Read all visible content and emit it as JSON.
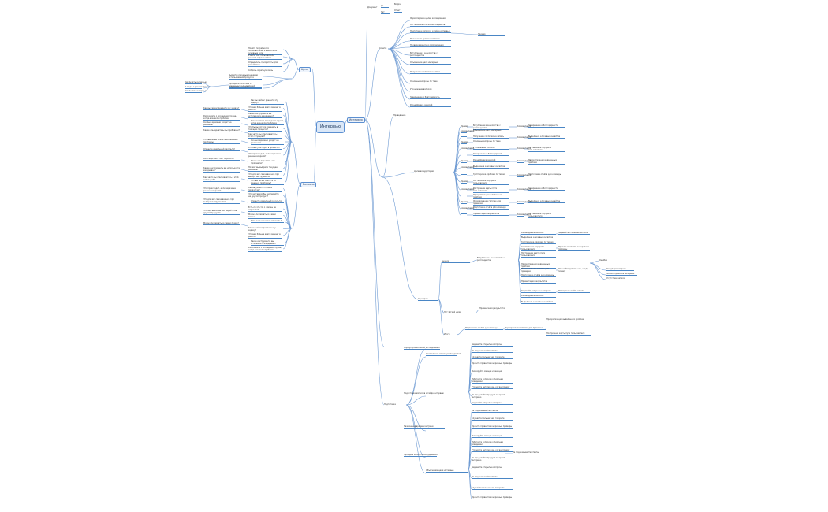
{
  "mindmap": {
    "root": "Интервью",
    "branches": {
      "left_top": "Цели",
      "left_bottom": "Вопросы",
      "right_main": "Интервью"
    },
    "left_texts": [
      "Понять потребности пользователей и выявить их основные боли",
      "Узнать, как пользователи решают задачи сейчас",
      "Определить приоритеты для разработки",
      "Собрать обратную связь",
      "Выявить ключевые сценарии использования продукта",
      "Проверить гипотезы о поведении пользователей",
      "Результаты интервью",
      "Выводы и рекомендации",
      "Как вы сейчас решаете эту задачу?",
      "Что вам больше всего мешает в работе?",
      "Какие инструменты вы используете ежедневно?",
      "Расскажите о последнем случае, когда возникла проблема",
      "Что бы вы хотели изменить в текущем процессе?",
      "Как часто вы сталкиваетесь с этой ситуацией?",
      "Сколько времени уходит на решение?",
      "Кто ещё участвует в процессе?",
      "Что происходит, если задача не решена вовремя?",
      "Какие альтернативы вы пробовали?",
      "Почему вы выбрали текущее решение?",
      "Что для вас самое важное при выборе инструмента?",
      "Готовы ли вы платить за решение проблемы?",
      "Как вы узнаёте о новых продуктах?",
      "Что заставило бы вас перейти на другой продукт?",
      "Опишите идеальный результат",
      "Есть ли что-то, о чём мы не спросили?",
      "Можно ли связаться с вами позже?",
      "Кого ещё нам стоит опросить?"
    ],
    "right_texts": [
      "Подготовка",
      "Целевая аудитория",
      "Сценарий",
      "Проведение",
      "Анализ",
      "Формулировка целей исследования",
      "Составление списка респондентов",
      "Подготовка вопросов и гайда интервью",
      "Назначение времени встречи",
      "Проверка записи и оборудования",
      "Вступление и знакомство с респондентом",
      "Объяснение цели интервью",
      "Получение согласия на запись",
      "Основные вопросы по теме",
      "Уточняющие вопросы",
      "Завершение и благодарность",
      "Расшифровка записей",
      "Выделение ключевых инсайтов",
      "Группировка проблем по темам",
      "Составление портрета пользователя",
      "Построение карты пути пользователя",
      "Приоритизация выявленных проблем",
      "Формирование гипотез для проверки",
      "Подготовка отчёта для команды",
      "Презентация результатов",
      "Задавайте открытые вопросы",
      "Не подсказывайте ответы",
      "Слушайте больше, чем говорите",
      "Просите привести конкретные примеры",
      "Фиксируйте эмоции и реакции",
      "Избегайте вопросов о будущем поведении",
      "Уточняйте детали: как, когда, почему",
      "Не продавайте продукт во время интервью",
      "Ошибки",
      "Наводящие вопросы",
      "Слишком длинное интервью",
      "Отсутствие записи",
      "Нет чёткой цели",
      "Советы",
      "Итоги",
      "Документ",
      "Да",
      "Нет",
      "Вопрос",
      "Ответ",
      "Пример",
      "Комментарий"
    ]
  }
}
